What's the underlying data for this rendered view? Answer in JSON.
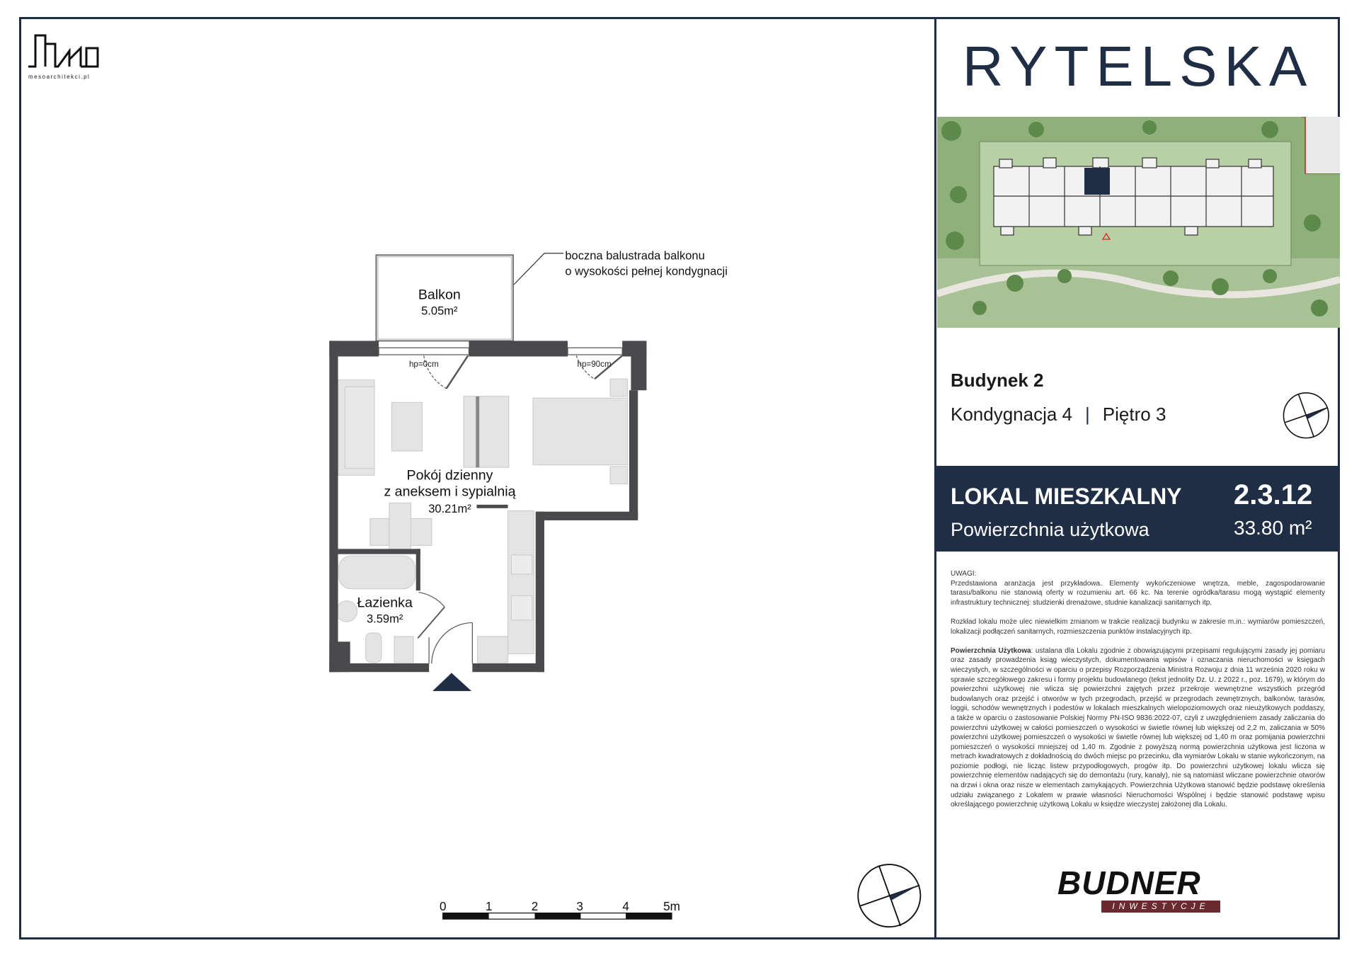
{
  "logo_architect": {
    "name": "Meso",
    "url": "mesoarchitekci.pl"
  },
  "project_title": "RYTELSKA",
  "building": "Budynek 2",
  "level": {
    "storey": "Kondygnacja 4",
    "separator": "|",
    "floor": "Piętro 3"
  },
  "unit": {
    "type_label": "LOKAL MIESZKALNY",
    "number": "2.3.12",
    "area_label": "Powierzchnia użytkowa",
    "area_value": "33.80 m²"
  },
  "plan": {
    "annotation_line1": "boczna balustrada balkonu",
    "annotation_line2": "o wysokości pełnej kondygnacji",
    "rooms": [
      {
        "name": "Balkon",
        "area": "5.05m²"
      },
      {
        "name_line1": "Pokój dzienny",
        "name_line2": "z aneksem i sypialnią",
        "area": "30.21m²"
      },
      {
        "name": "Łazienka",
        "area": "3.59m²"
      }
    ],
    "window_labels": [
      "hp=0cm",
      "hp=90cm"
    ],
    "scale_labels": [
      "0",
      "1",
      "2",
      "3",
      "4",
      "5m"
    ]
  },
  "notes": {
    "heading": "UWAGI:",
    "p1": "Przedstawiona aranżacja jest przykładowa. Elementy wykończeniowe wnętrza, meble, zagospodarowanie tarasu/balkonu nie stanowią oferty w rozumieniu art. 66 kc. Na terenie ogródka/tarasu mogą wystąpić elementy infrastruktury technicznej: studzienki drenażowe, studnie kanalizacji sanitarnych itp.",
    "p2": "Rozkład lokalu może ulec niewielkim zmianom w trakcie realizacji budynku w zakresie m.in.: wymiarów pomieszczeń, lokalizacji podłączeń sanitarnych, rozmieszczenia punktów instalacyjnych itp.",
    "p3_bold": "Powierzchnia Użytkowa",
    "p3": ": ustalana dla Lokalu zgodnie z obowiązującymi przepisami regulującymi zasady jej pomiaru oraz zasady prowadzenia ksiąg wieczystych, dokumentowania wpisów i oznaczania nieruchomości w księgach wieczystych, w szczególności w oparciu o przepisy Rozporządzenia Ministra Rozwoju z dnia 11 września 2020 roku w sprawie szczegółowego zakresu i formy projektu budowlanego (tekst jednolity Dz. U. z 2022 r., poz. 1679), w którym do powierzchni użytkowej nie wlicza się powierzchni zajętych przez przekroje wewnętrzne wszystkich przegród budowlanych oraz przejść i otworów w tych przegrodach, przejść w przegrodach zewnętrznych, balkonów, tarasów, loggii, schodów wewnętrznych i podestów w lokalach mieszkalnych wielopoziomowych oraz nieużytkowych poddaszy, a także w oparciu o zastosowanie Polskiej Normy PN-ISO 9836:2022-07, czyli z uwzględnieniem zasady zaliczania do powierzchni użytkowej w całości pomieszczeń o wysokości w świetle równej lub większej od 2,2 m, zaliczania w 50% powierzchni użytkowej pomieszczeń o wysokości w świetle równej lub większej od 1,40 m oraz pomijania powierzchni pomieszczeń o wysokości mniejszej od 1,40 m. Zgodnie z powyższą normą powierzchnia użytkowa jest liczona w metrach kwadratowych z dokładnością do dwóch miejsc po przecinku, dla wymiarów Lokalu w stanie wykończonym, na poziomie podłogi, nie licząc listew przypodłogowych, progów itp. Do powierzchni użytkowej lokalu wlicza się powierzchnię elementów nadających się do demontażu (rury, kanały), nie są natomiast wliczane powierzchnie otworów na drzwi i okna oraz nisze w elementach zamykających. Powierzchnia Użytkowa stanowić będzie podstawę określenia udziału związanego z Lokalem w prawie własności Nieruchomości Wspólnej i będzie stanowić podstawę wpisu określającego powierzchnię użytkową Lokalu w księdze wieczystej założonej dla Lokalu."
  },
  "developer_logo": {
    "name": "BUDNER",
    "sub": "INWESTYCJE"
  },
  "colors": {
    "navy": "#1f2d45",
    "wall": "#4a4a4d",
    "furniture": "#e3e3e3",
    "brand_red": "#6b2a2f",
    "grass": "#7fa36a"
  }
}
